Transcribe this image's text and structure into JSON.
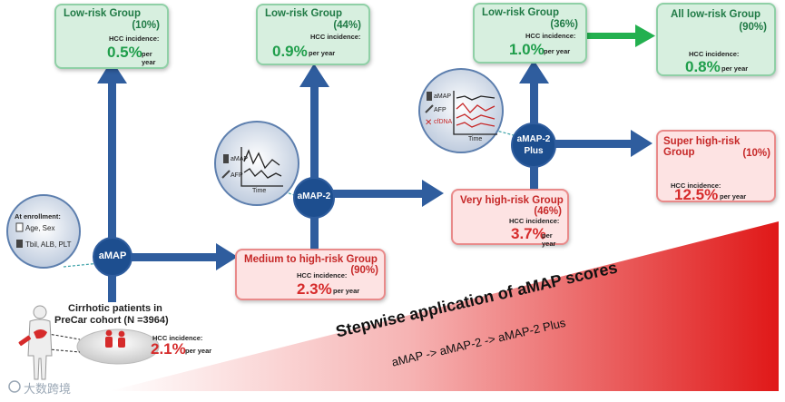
{
  "colors": {
    "low_fill": "#d7efdf",
    "low_border": "#8fd0a6",
    "high_fill": "#fde3e3",
    "high_border": "#e98a8a",
    "arrow": "#2f5d9e",
    "green_arrow": "#23b04f",
    "red": "#e02020"
  },
  "groups": {
    "low1": {
      "title": "Low-risk Group",
      "pct": "(10%)",
      "label": "HCC incidence:",
      "value": "0.5%",
      "unit": "per year"
    },
    "low2": {
      "title": "Low-risk Group",
      "pct": "(44%)",
      "label": "HCC incidence:",
      "value": "0.9%",
      "unit": "per year"
    },
    "low3": {
      "title": "Low-risk Group",
      "pct": "(36%)",
      "label": "HCC incidence:",
      "value": "1.0%",
      "unit": "per year"
    },
    "all_low": {
      "title": "All low-risk Group",
      "pct": "(90%)",
      "label": "HCC incidence:",
      "value": "0.8%",
      "unit": "per year"
    },
    "super": {
      "title": "Super high-risk Group",
      "pct": "(10%)",
      "label": "HCC incidence:",
      "value": "12.5%",
      "unit": "per year"
    },
    "very": {
      "title": "Very high-risk Group",
      "pct": "(46%)",
      "label": "HCC incidence:",
      "value": "3.7%",
      "unit": "per year"
    },
    "medium": {
      "title": "Medium to high-risk Group",
      "pct": "(90%)",
      "label": "HCC incidence:",
      "value": "2.3%",
      "unit": "per year"
    }
  },
  "nodes": {
    "amap": "aMAP",
    "amap2": "aMAP-2",
    "amap2plus_line1": "aMAP-2",
    "amap2plus_line2": "Plus"
  },
  "enrollment": {
    "heading": "At enrollment:",
    "line1": "Age, Sex",
    "line2": "Tbil, ALB, PLT"
  },
  "circle2": {
    "m1": "aMAP",
    "m2": "AFP",
    "axis": "Time"
  },
  "circle3": {
    "m1": "aMAP",
    "m2": "AFP",
    "m3": "cfDNA",
    "axis": "Time"
  },
  "cohort": {
    "line1": "Cirrhotic patients in",
    "line2": "PreCar cohort (N =3964)",
    "label": "HCC incidence:",
    "value": "2.1%",
    "unit": "per year"
  },
  "wedge": {
    "title": "Stepwise application of aMAP scores",
    "subtitle": "aMAP -> aMAP-2 -> aMAP-2 Plus"
  },
  "watermark": "大数跨境"
}
